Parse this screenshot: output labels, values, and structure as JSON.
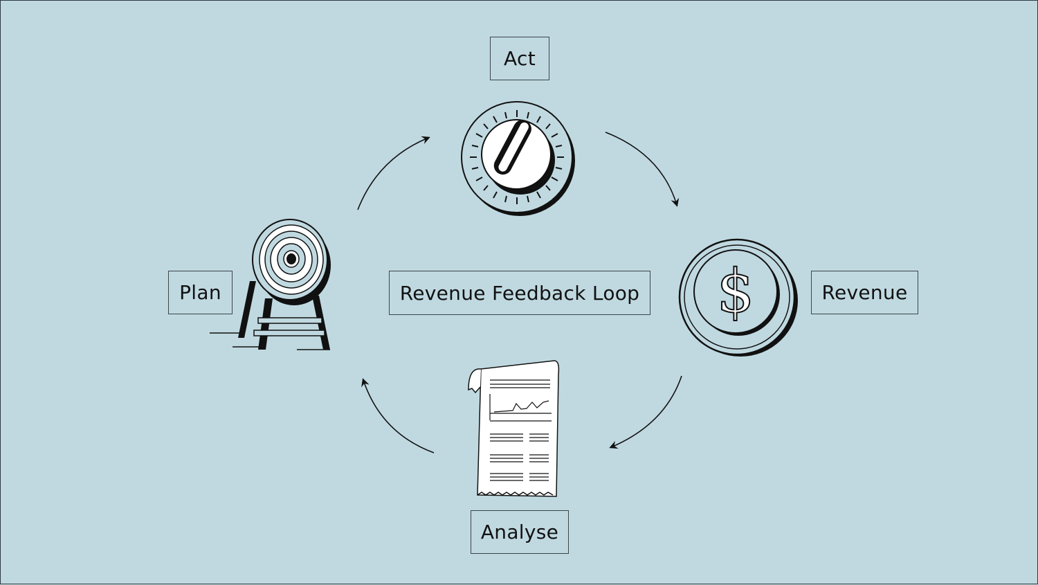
{
  "diagram": {
    "title": "Revenue Feedback Loop",
    "steps": [
      {
        "key": "act",
        "label": "Act",
        "icon": "dial-knob-icon"
      },
      {
        "key": "revenue",
        "label": "Revenue",
        "icon": "dollar-coin-icon"
      },
      {
        "key": "analyse",
        "label": "Analyse",
        "icon": "receipt-chart-icon"
      },
      {
        "key": "plan",
        "label": "Plan",
        "icon": "target-easel-icon"
      }
    ],
    "colors": {
      "background": "#c0d9e1",
      "ink": "#111111",
      "paper": "#ffffff"
    }
  }
}
